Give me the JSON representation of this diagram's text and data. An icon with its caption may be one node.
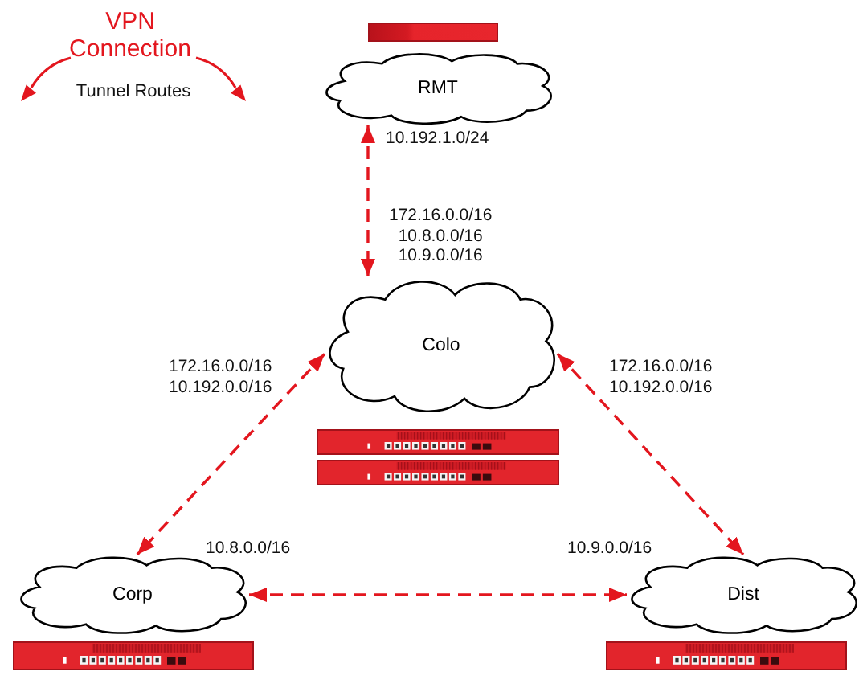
{
  "diagram": {
    "nodes": [
      {
        "text": [
          "RMT"
        ],
        "beside": [
          "10.192.1.0/24"
        ]
      },
      {
        "text": [
          "Colo"
        ]
      },
      {
        "text": [
          "Corp"
        ],
        "beside": [
          "10.8.0.0/16"
        ]
      },
      {
        "text": [
          "Dist"
        ],
        "beside": [
          "10.9.0.0/16"
        ]
      }
    ],
    "edges": [
      {
        "from": 0,
        "to": 1,
        "arrow": "both",
        "style": "dashed",
        "label": "172.16.0.0/16 10.8.0.0/16 10.9.0.0/16"
      },
      {
        "from": 1,
        "to": 2,
        "arrow": "both",
        "style": "dashed",
        "label": "172.16.0.0/16 10.192.0.0/16"
      },
      {
        "from": 1,
        "to": 3,
        "arrow": "both",
        "style": "dashed",
        "label": "172.16.0.0/16 10.192.0.0/16"
      },
      {
        "from": 2,
        "to": 3,
        "arrow": "both",
        "style": "dashed"
      }
    ],
    "labels": [
      "VPN Connection",
      "Tunnel Routes"
    ]
  }
}
